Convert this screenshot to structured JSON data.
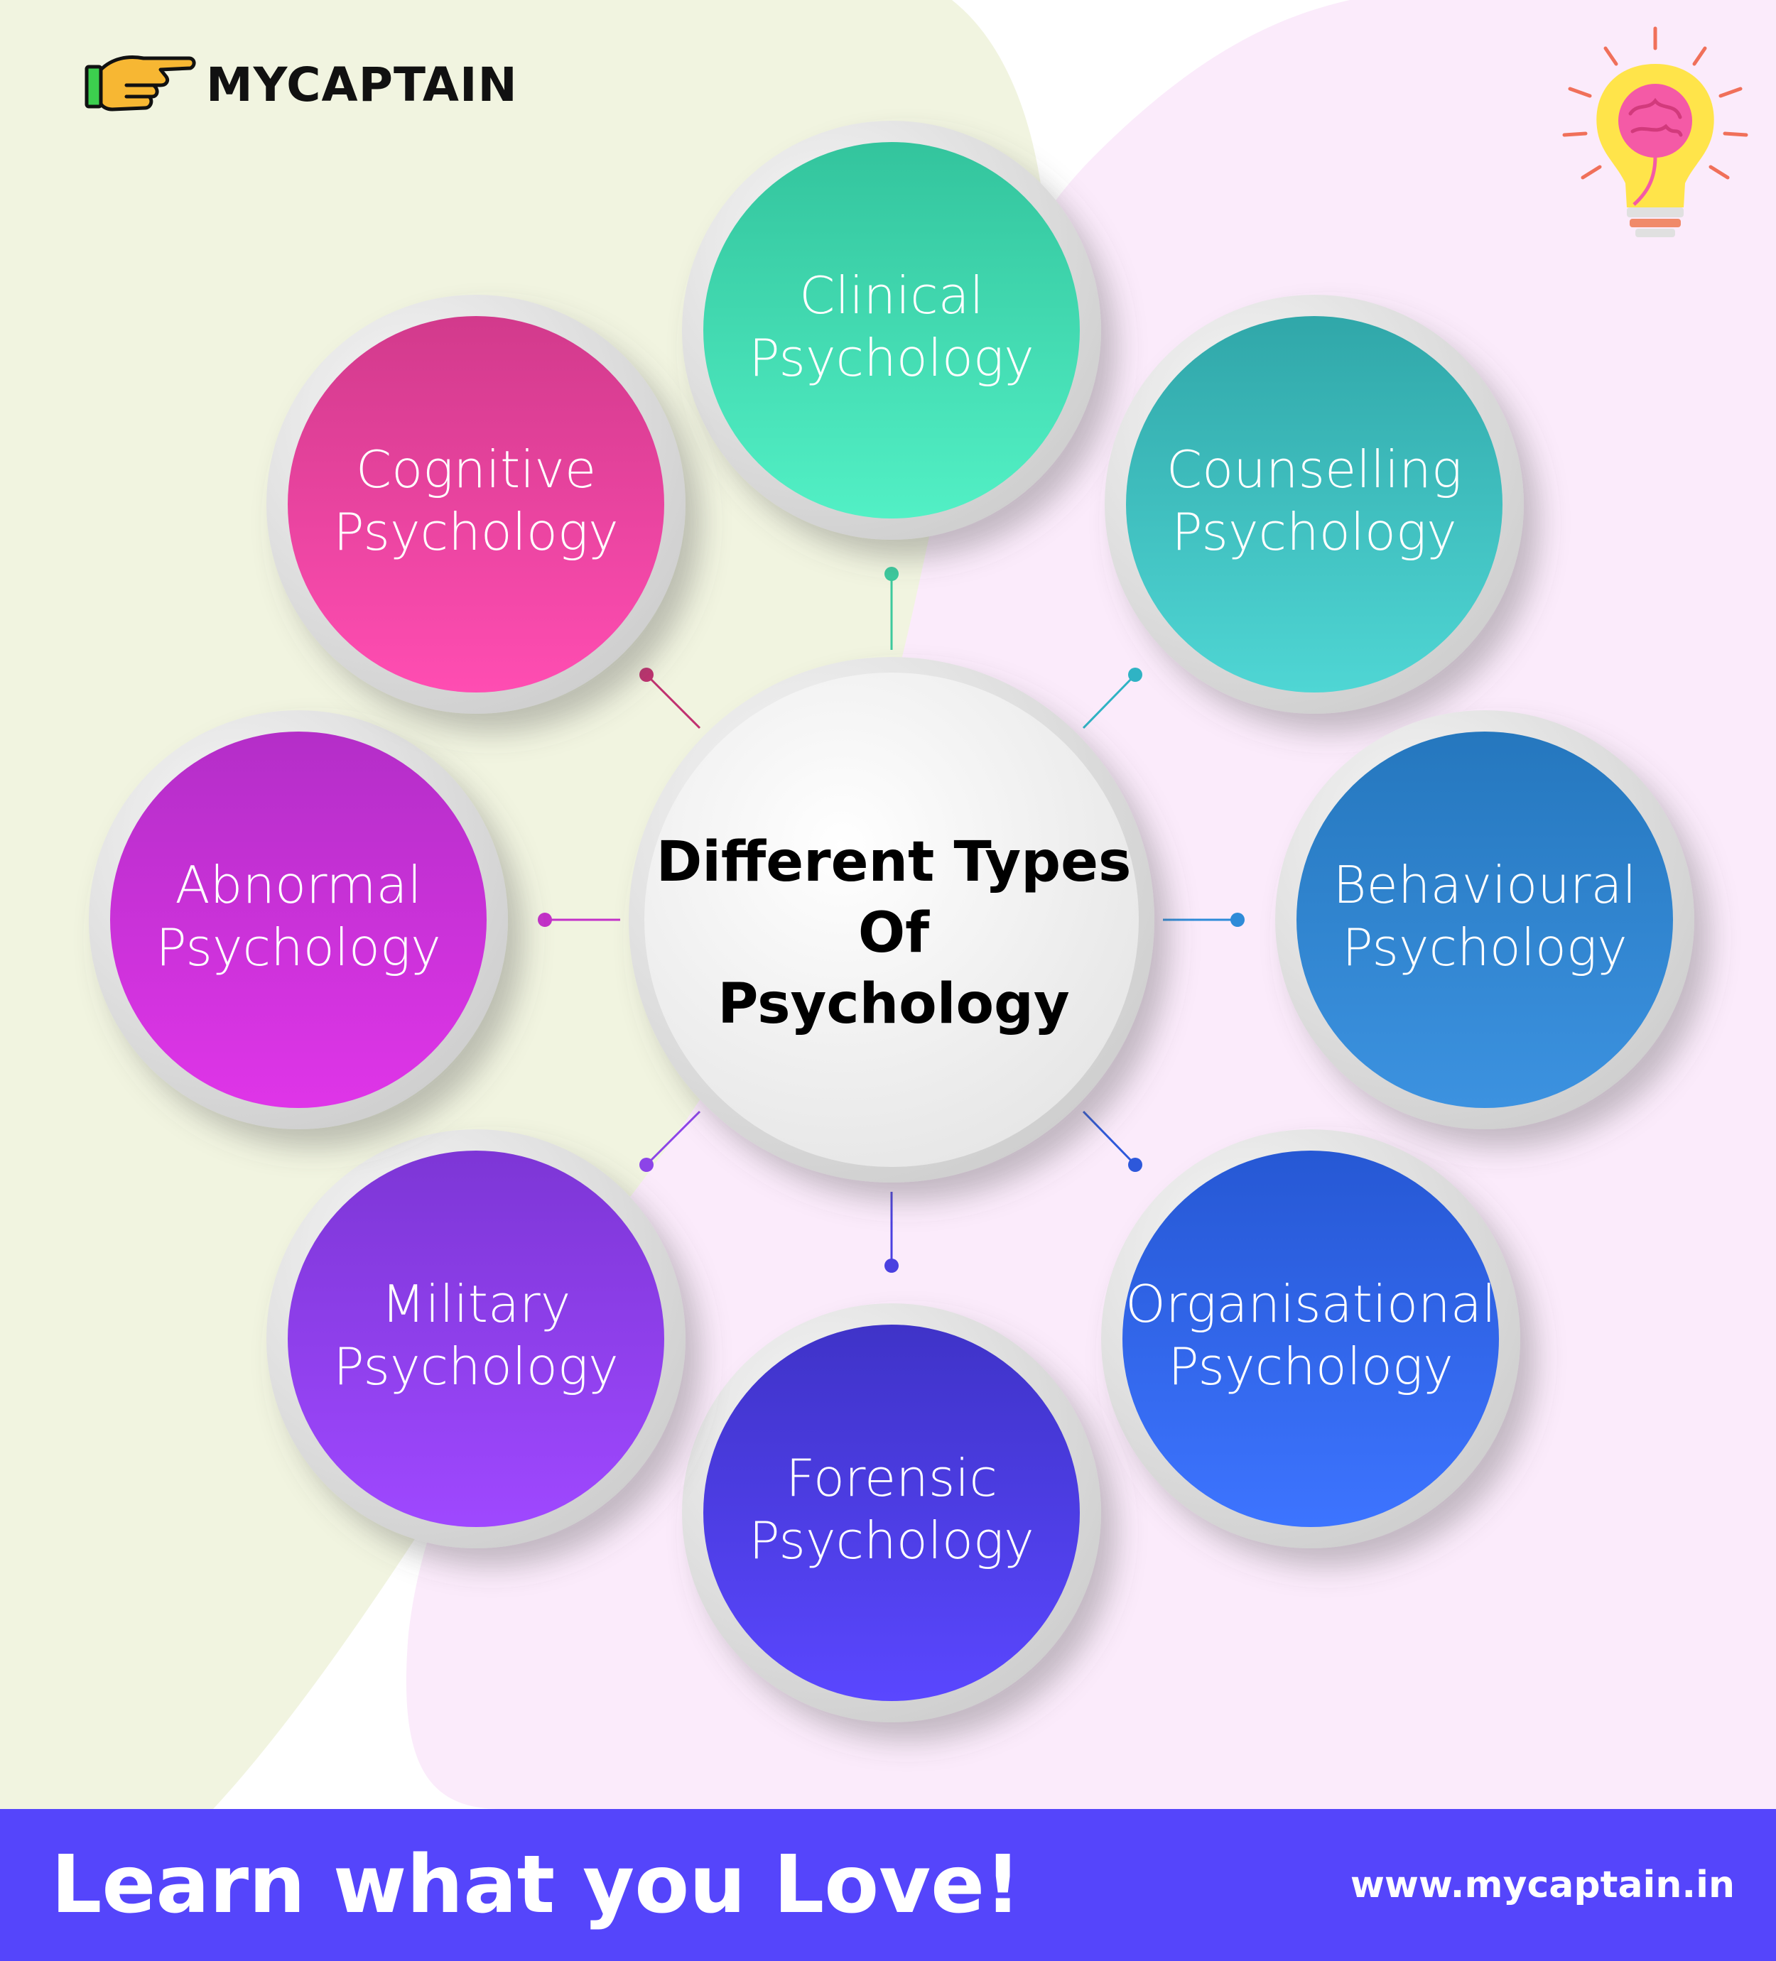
{
  "brand": {
    "name": "MYCAPTAIN"
  },
  "center": {
    "lines": [
      "Different Types",
      "Of",
      "Psychology"
    ]
  },
  "nodes": [
    {
      "lines": [
        "Clinical",
        "Psychology"
      ],
      "color_start": "#33c49d",
      "color_end": "#52f0c5",
      "connector": "#3cc99d"
    },
    {
      "lines": [
        "Counselling",
        "Psychology"
      ],
      "color_start": "#30a7a9",
      "color_end": "#4fd6d4",
      "connector": "#2fb3c4"
    },
    {
      "lines": [
        "Behavioural",
        "Psychology"
      ],
      "color_start": "#2577be",
      "color_end": "#3c92e0",
      "connector": "#2e8bd8"
    },
    {
      "lines": [
        "Organisational",
        "Psychology"
      ],
      "color_start": "#2658d4",
      "color_end": "#3d74ff",
      "connector": "#2d58db"
    },
    {
      "lines": [
        "Forensic",
        "Psychology"
      ],
      "color_start": "#3f33c8",
      "color_end": "#5a47ff",
      "connector": "#4a40e0"
    },
    {
      "lines": [
        "Military",
        "Psychology"
      ],
      "color_start": "#7d36d6",
      "color_end": "#9f48ff",
      "connector": "#8c44e8"
    },
    {
      "lines": [
        "Abnormal",
        "Psychology"
      ],
      "color_start": "#b42ec8",
      "color_end": "#df35e8",
      "connector": "#c331c8"
    },
    {
      "lines": [
        "Cognitive",
        "Psychology"
      ],
      "color_start": "#d23a8c",
      "color_end": "#ff4db2",
      "connector": "#c0306f"
    }
  ],
  "footer": {
    "tagline": "Learn what you Love!",
    "website": "www.mycaptain.in",
    "background": "#5545fb"
  },
  "colors": {
    "left_blob": "#f1f4e0",
    "right_blob": "#fbebfb",
    "ring": "#e4e4e4"
  }
}
